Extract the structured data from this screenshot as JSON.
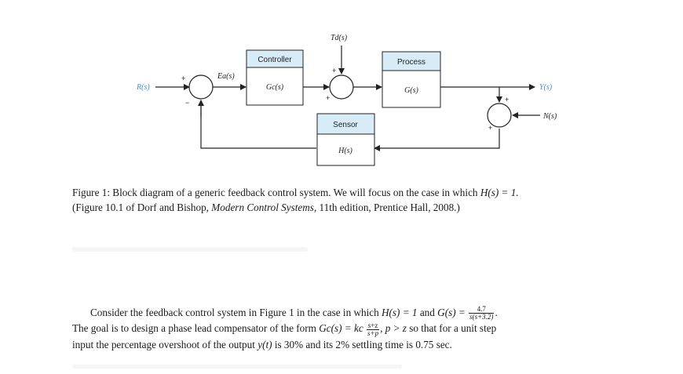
{
  "diagram": {
    "labels": {
      "controller": "Controller",
      "controller_tf": "Gc(s)",
      "process": "Process",
      "process_tf": "G(s)",
      "sensor": "Sensor",
      "sensor_tf": "H(s)",
      "input": "R(s)",
      "error": "Ea(s)",
      "disturbance": "Td(s)",
      "output": "Y(s)",
      "noise": "N(s)"
    },
    "colors": {
      "block_header": "#d8ecf7",
      "signal_blue": "#3d8fd6",
      "line": "#222222"
    }
  },
  "caption": {
    "line1_prefix": "Figure 1: Block diagram of a generic feedback control system. We will focus on the case in which",
    "line1_math": "H(s) = 1.",
    "line2_prefix": "(Figure 10.1 of Dorf and Bishop,",
    "line2_title": "Modern Control Systems",
    "line2_suffix": ", 11th edition, Prentice Hall, 2008.)"
  },
  "problem": {
    "l1_a": "Consider the feedback control system in Figure 1 in the case in which",
    "l1_m1": "H(s) = 1",
    "l1_b": "and",
    "l1_m2": "G(s) =",
    "l1_frac_num": "4.7",
    "l1_frac_den": "s(s+3.2)",
    "l1_end": ".",
    "l2_a": "The goal is to design a phase lead compensator of the form",
    "l2_m1": "Gc(s) = kc",
    "l2_frac_num": "s+z",
    "l2_frac_den": "s+p",
    "l2_m2": ",  p > z",
    "l2_b": "so that for a unit step",
    "l3_a": "input the percentage overshoot of the output",
    "l3_m1": "y(t)",
    "l3_b": "is 30% and its 2% settling time is 0.75 sec."
  }
}
